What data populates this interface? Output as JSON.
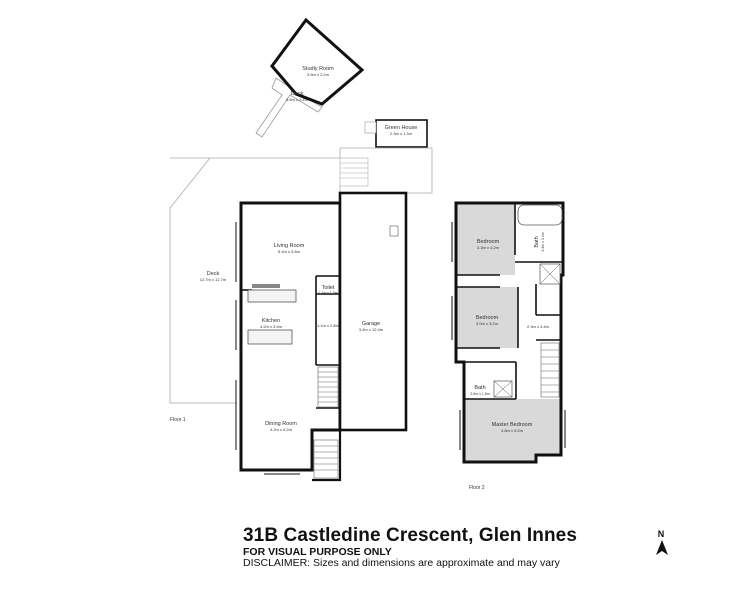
{
  "title": "31B Castledine Crescent, Glen Innes",
  "purpose": "FOR VISUAL PURPOSE ONLY",
  "disclaimer": "DISCLAIMER: Sizes and dimensions are approximate and may vary",
  "compass": "N",
  "floors": {
    "floor1": "Floor 1",
    "floor2": "Floor 2"
  },
  "rooms": {
    "study": {
      "name": "Studly Room",
      "size": "3.5m x 2.2m"
    },
    "deck_small": {
      "name": "Deck",
      "size": "3.6m x 2.4m"
    },
    "green_house": {
      "name": "Green House",
      "size": "2.3m x 1.3m"
    },
    "deck_main": {
      "name": "Deck",
      "size": "12.7m x 12.7m"
    },
    "living": {
      "name": "Living Room",
      "size": "5.4m x 4.8m"
    },
    "toilet": {
      "name": "Toilet",
      "size": "1.7m x 1.0m"
    },
    "kitchen": {
      "name": "Kitchen",
      "size": "4.2m x 3.3m"
    },
    "hall1": {
      "size": "1.1m x 2.8m"
    },
    "garage": {
      "name": "Garage",
      "size": "3.2m x 12.4m"
    },
    "dining": {
      "name": "Dining Room",
      "size": "4.2m x 5.2m"
    },
    "bedroom1": {
      "name": "Bedroom",
      "size": "3.3m x 4.2m"
    },
    "bath_upper": {
      "name": "Bath",
      "size": "2.3m x 3.4m"
    },
    "bedroom2": {
      "name": "Bedroom",
      "size": "3.0m x 3.2m"
    },
    "hall2": {
      "size": "2.3m x 4.4m"
    },
    "bath_lower": {
      "name": "Bath",
      "size": "2.5m x 1.8m"
    },
    "master": {
      "name": "Master Bedroom",
      "size": "4.8m x 5.2m"
    }
  }
}
